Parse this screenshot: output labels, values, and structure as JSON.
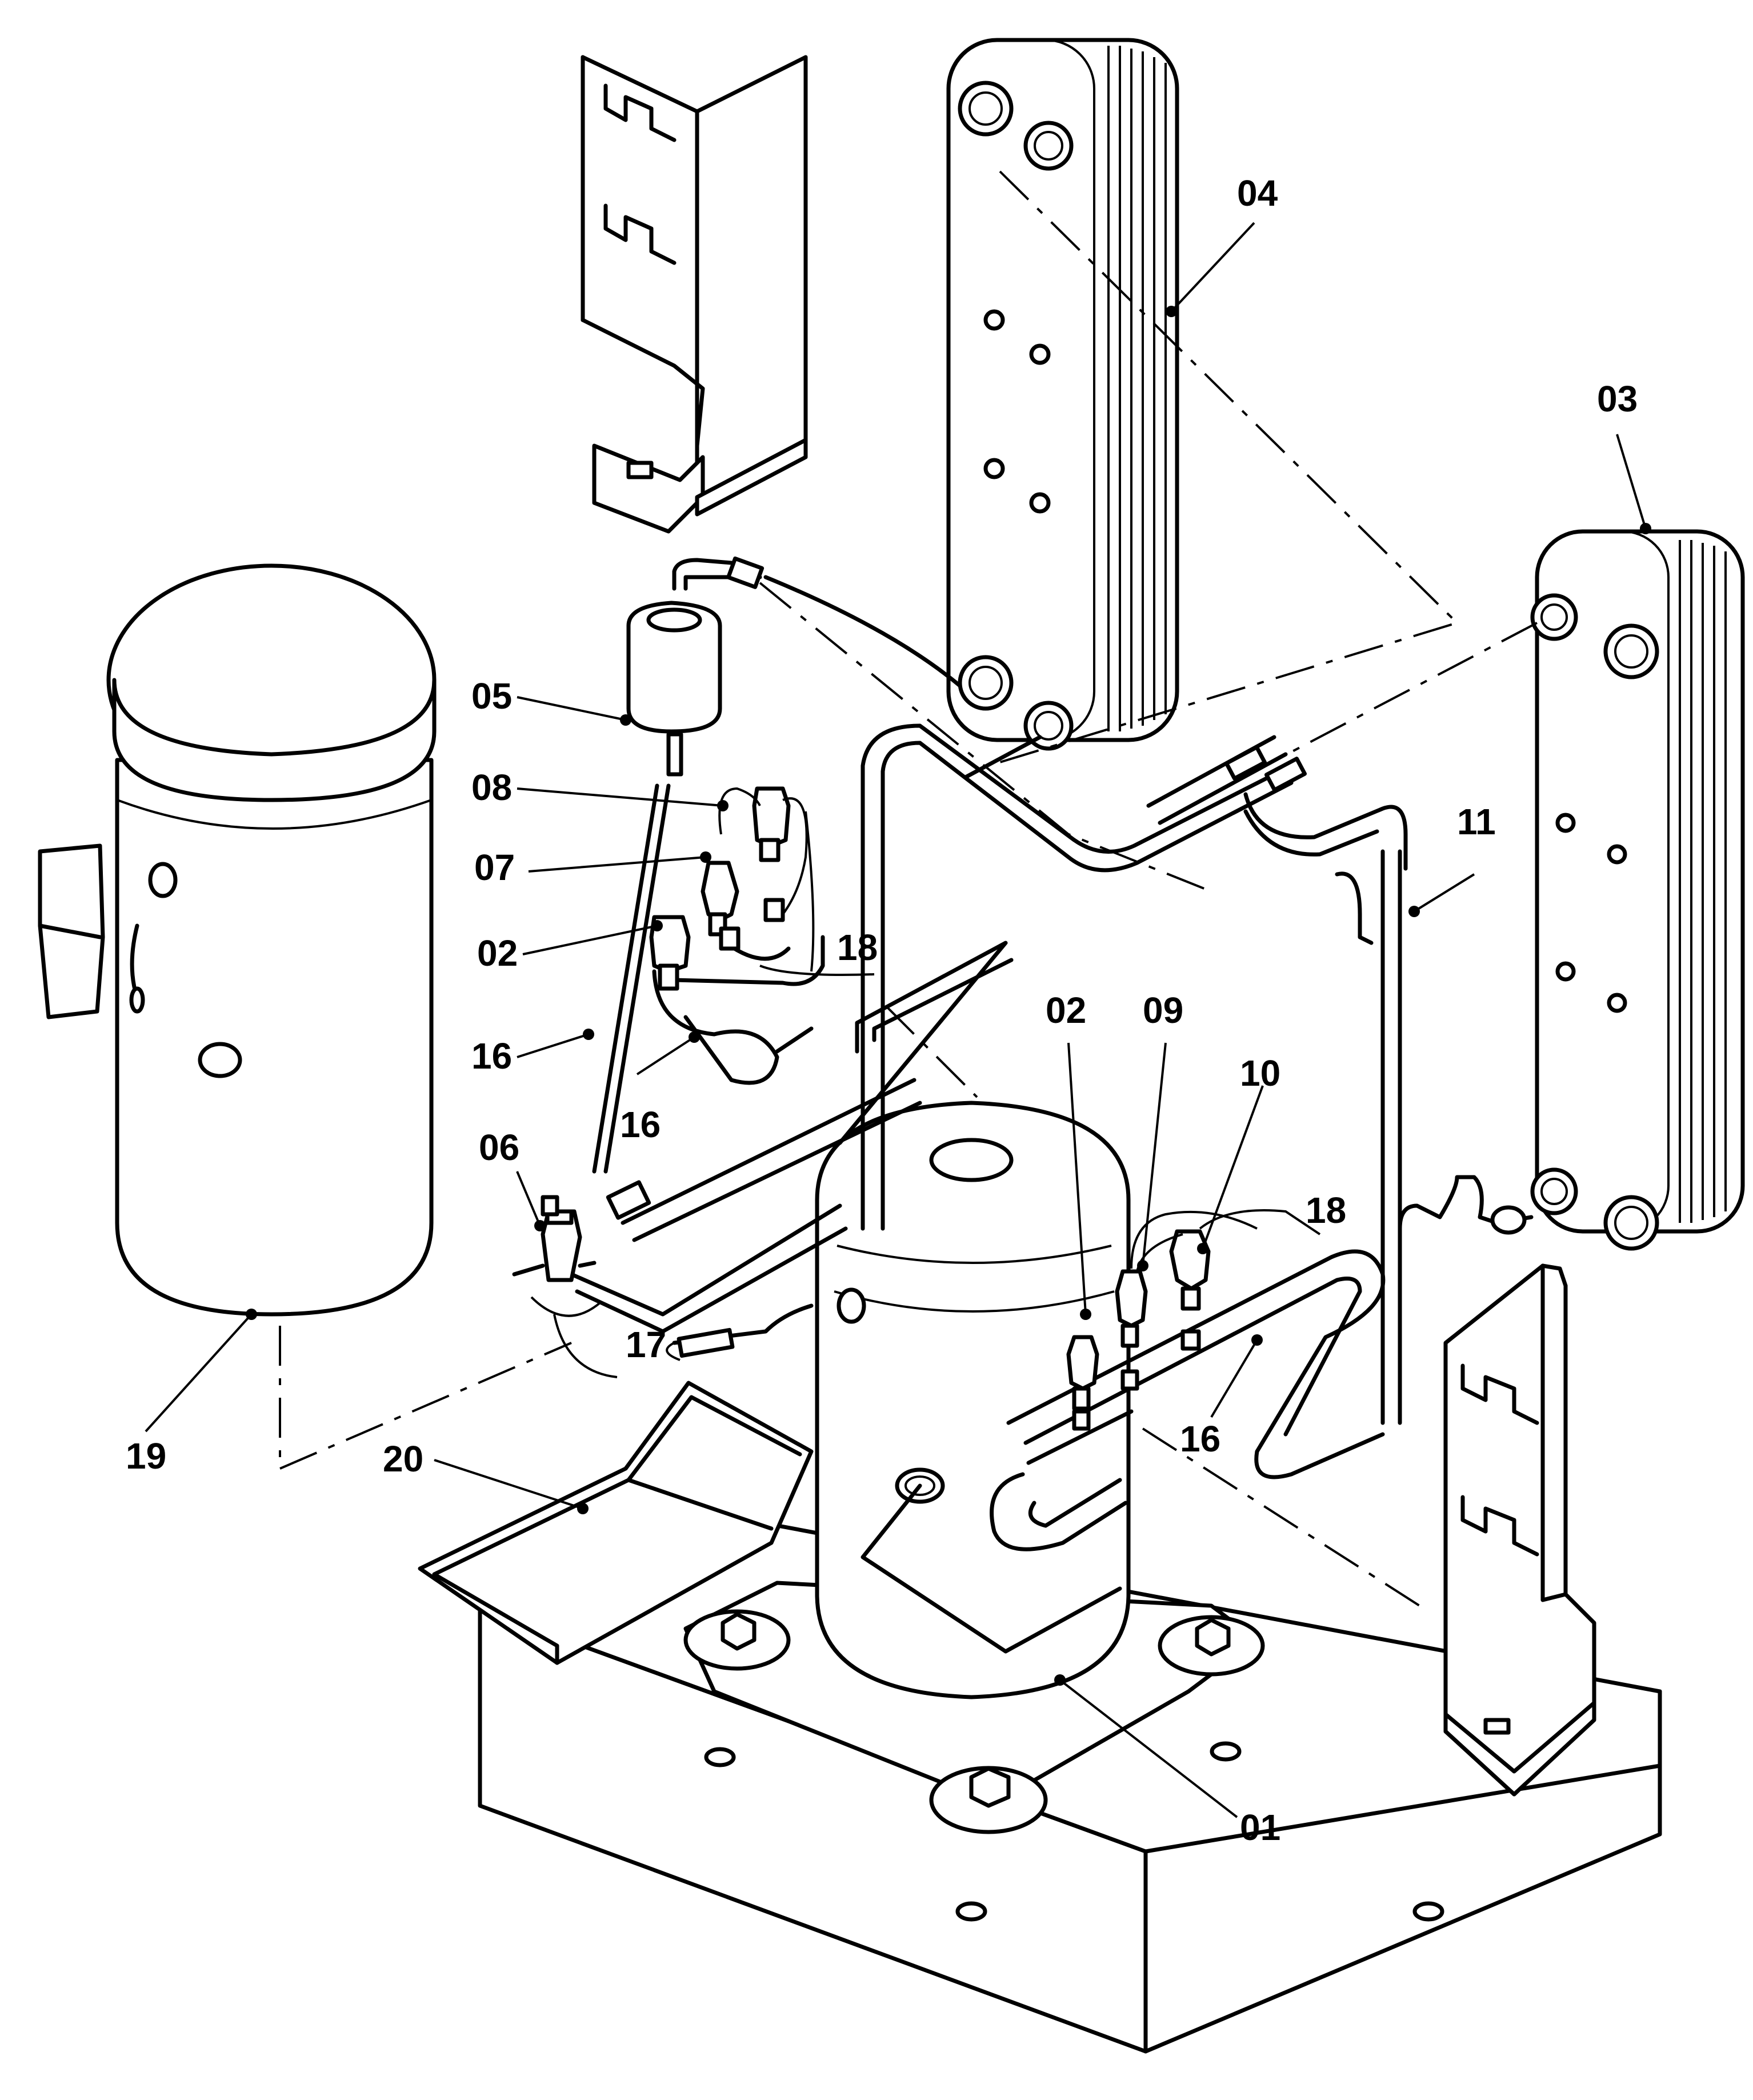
{
  "callouts": [
    {
      "id": "c01",
      "text": "01"
    },
    {
      "id": "c02a",
      "text": "02"
    },
    {
      "id": "c02b",
      "text": "02"
    },
    {
      "id": "c03",
      "text": "03"
    },
    {
      "id": "c04",
      "text": "04"
    },
    {
      "id": "c05",
      "text": "05"
    },
    {
      "id": "c06",
      "text": "06"
    },
    {
      "id": "c07",
      "text": "07"
    },
    {
      "id": "c08",
      "text": "08"
    },
    {
      "id": "c09",
      "text": "09"
    },
    {
      "id": "c10",
      "text": "10"
    },
    {
      "id": "c11",
      "text": "11"
    },
    {
      "id": "c16a",
      "text": "16"
    },
    {
      "id": "c16b",
      "text": "16"
    },
    {
      "id": "c16c",
      "text": "16"
    },
    {
      "id": "c17",
      "text": "17"
    },
    {
      "id": "c18a",
      "text": "18"
    },
    {
      "id": "c18b",
      "text": "18"
    },
    {
      "id": "c19",
      "text": "19"
    },
    {
      "id": "c20",
      "text": "20"
    }
  ]
}
